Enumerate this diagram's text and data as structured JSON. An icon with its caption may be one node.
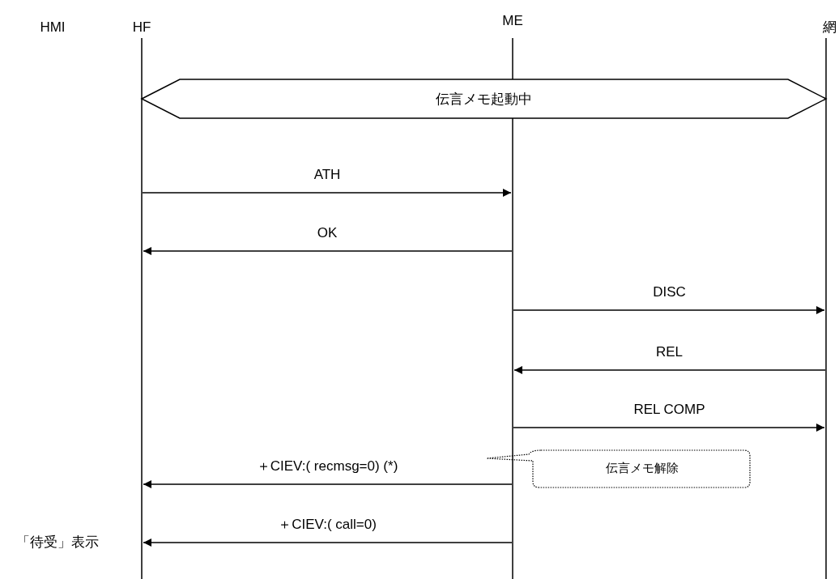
{
  "diagram": {
    "nodes": [
      {
        "text": [
          "HMI"
        ]
      },
      {
        "text": [
          "HF"
        ]
      },
      {
        "text": [
          "ME"
        ]
      },
      {
        "text": [
          "網"
        ]
      },
      {
        "text": [
          "伝言メモ起動中"
        ]
      },
      {
        "text": [
          "伝言メモ解除"
        ]
      }
    ],
    "edges": [
      {
        "from": 1,
        "to": 2,
        "label": "ATH",
        "arrow": "to"
      },
      {
        "from": 2,
        "to": 1,
        "label": "OK",
        "arrow": "to"
      },
      {
        "from": 2,
        "to": 3,
        "label": "DISC",
        "arrow": "to"
      },
      {
        "from": 3,
        "to": 2,
        "label": "REL",
        "arrow": "to"
      },
      {
        "from": 2,
        "to": 3,
        "label": "REL COMP",
        "arrow": "to"
      },
      {
        "from": 2,
        "to": 1,
        "label": "＋CIEV:( recmsg=0) (*)",
        "arrow": "to"
      },
      {
        "from": 2,
        "to": 1,
        "label": "＋CIEV:( call=0)",
        "arrow": "to"
      }
    ],
    "labels": [
      "「待受」表示"
    ]
  }
}
